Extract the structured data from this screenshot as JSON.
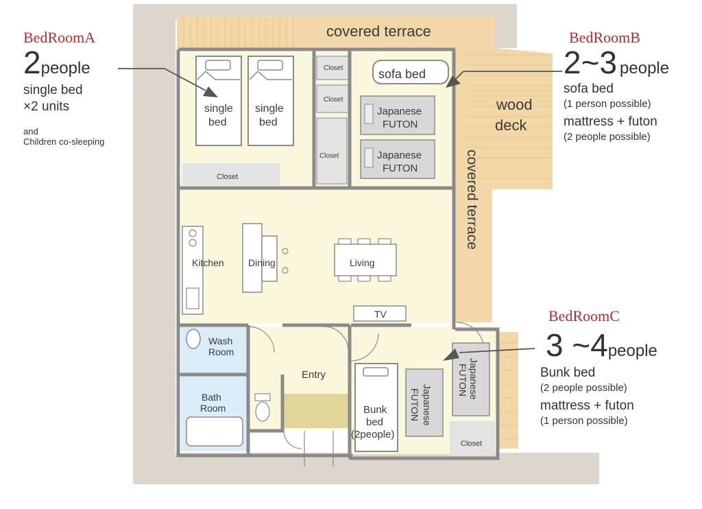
{
  "plan": {
    "rooms": {
      "covered_terrace_top": "covered terrace",
      "covered_terrace_side": "covered terrace",
      "wood_deck_1": "wood",
      "wood_deck_2": "deck",
      "sofa_bed": "sofa bed",
      "single_bed_label_1": "single",
      "single_bed_label_2": "bed",
      "closet": "Closet",
      "futon_1": "Japanese",
      "futon_2": "FUTON",
      "kitchen": "Kitchen",
      "dining": "Dining",
      "living": "Living",
      "tv": "TV",
      "wash_1": "Wash",
      "wash_2": "Room",
      "bath_1": "Bath",
      "bath_2": "Room",
      "entry": "Entry",
      "bunk_1": "Bunk",
      "bunk_2": "bed",
      "bunk_3": "(2people)"
    }
  },
  "bedroomA": {
    "title": "BedRoomA",
    "count": "2",
    "unit": "people",
    "line1": "single bed",
    "line2": "×2 units",
    "line3": "and",
    "line4": "Children co-sleeping"
  },
  "bedroomB": {
    "title": "BedRoomB",
    "count": "2~3",
    "unit": "people",
    "line1": "sofa bed",
    "line1_note": "(1 person possible)",
    "line2": "mattress + futon",
    "line2_note": "(2 people possible)"
  },
  "bedroomC": {
    "title": "BedRoomC",
    "count": "3 ~4",
    "unit": "people",
    "line1": "Bunk bed",
    "line1_note": "(2 people possible)",
    "line2": "mattress + futon",
    "line2_note": "(1 person possible)"
  }
}
